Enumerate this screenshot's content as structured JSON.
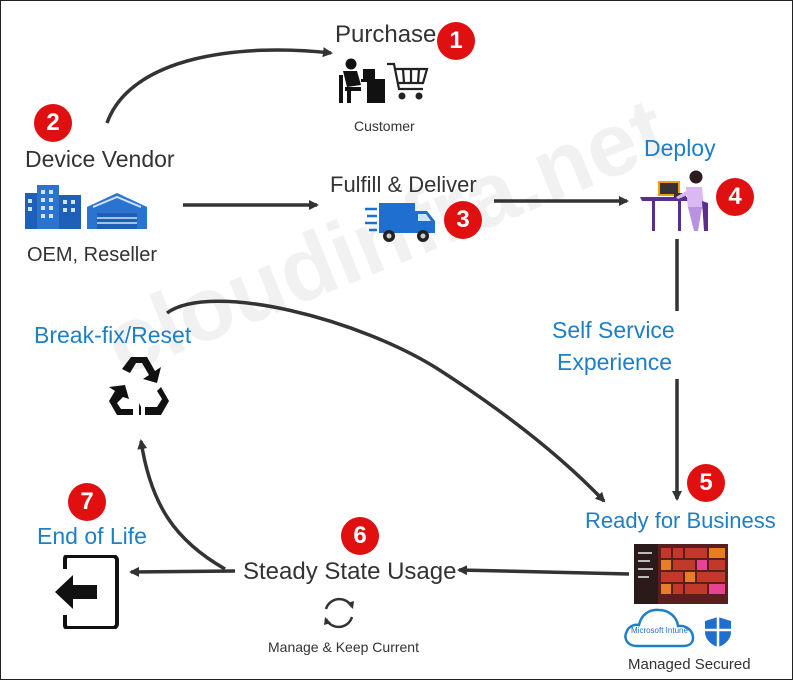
{
  "watermark": "cloudinfra.net",
  "stages": {
    "purchase": {
      "title": "Purchase",
      "step": "1",
      "caption": "Customer"
    },
    "vendor": {
      "title": "Device Vendor",
      "step": "2",
      "caption": "OEM, Reseller"
    },
    "fulfill": {
      "title": "Fulfill & Deliver",
      "step": "3"
    },
    "deploy": {
      "title": "Deploy",
      "step": "4"
    },
    "self_service": {
      "line1": "Self Service",
      "line2": "Experience"
    },
    "ready": {
      "title": "Ready for Business",
      "step": "5",
      "caption": "Managed Secured",
      "intune_text": "Microsoft Intune"
    },
    "steady": {
      "title": "Steady State Usage",
      "step": "6",
      "caption": "Manage & Keep Current"
    },
    "eol": {
      "title": "End of Life",
      "step": "7"
    },
    "breakfix": {
      "title": "Break-fix/Reset"
    }
  },
  "colors": {
    "badge": "#e01010",
    "blue_label": "#1f7fc4",
    "dark_label": "#333333",
    "arrow": "#333333"
  },
  "icons": [
    "customer-at-desk-icon",
    "shopping-cart-icon",
    "office-building-icon",
    "warehouse-icon",
    "delivery-truck-icon",
    "person-at-laptop-icon",
    "windows-start-screen-icon",
    "cloud-icon",
    "shield-icon",
    "refresh-icon",
    "exit-door-icon",
    "recycle-icon"
  ]
}
